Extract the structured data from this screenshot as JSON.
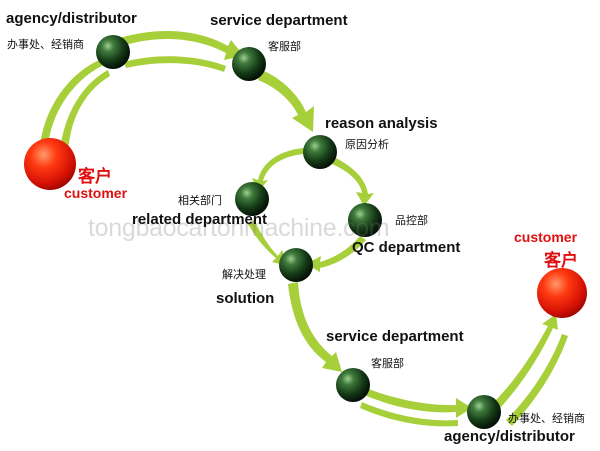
{
  "watermark": "tongbaocartonmachine.com",
  "nodes": {
    "customer_start": {
      "cn": "客户",
      "en": "customer"
    },
    "agency_top": {
      "en": "agency/distributor",
      "cn": "办事处、经销商"
    },
    "service_top": {
      "en": "service department",
      "cn": "客服部"
    },
    "reason": {
      "en": "reason analysis",
      "cn": "原因分析"
    },
    "related": {
      "en": "related department",
      "cn": "相关部门"
    },
    "qc": {
      "en": "QC department",
      "cn": "品控部"
    },
    "solution": {
      "en": "solution",
      "cn": "解决处理"
    },
    "service_bottom": {
      "en": "service department",
      "cn": "客服部"
    },
    "agency_bottom": {
      "en": "agency/distributor",
      "cn": "办事处、经销商"
    },
    "customer_end": {
      "en": "customer",
      "cn": "客户"
    }
  },
  "colors": {
    "arrow": "#a7cf3a",
    "node_dark": "#0f2a12",
    "customer_red": "#e41a0c",
    "label_red": "#e01010"
  }
}
